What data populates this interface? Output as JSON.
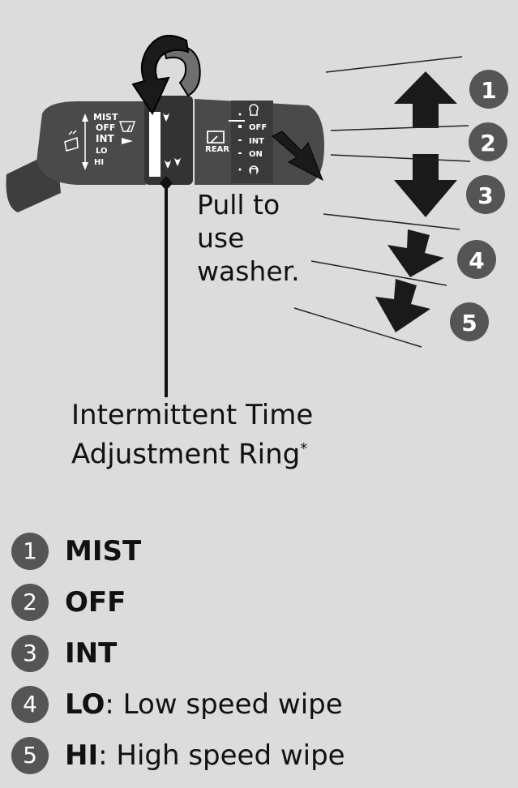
{
  "diagram": {
    "lever_labels": [
      "MIST",
      "OFF",
      "INT",
      "LO",
      "HI"
    ],
    "rear_switch": {
      "label": "REAR",
      "positions": [
        "OFF",
        "INT",
        "ON"
      ]
    },
    "callouts": [
      "1",
      "2",
      "3",
      "4",
      "5"
    ]
  },
  "annotations": {
    "pull_text": "Pull to use washer.",
    "ring_text": "Intermittent Time Adjustment Ring",
    "ring_mark": "*"
  },
  "legend": [
    {
      "num": "1",
      "term": "MIST",
      "desc": ""
    },
    {
      "num": "2",
      "term": "OFF",
      "desc": ""
    },
    {
      "num": "3",
      "term": "INT",
      "desc": ""
    },
    {
      "num": "4",
      "term": "LO",
      "desc": ": Low speed wipe"
    },
    {
      "num": "5",
      "term": "HI",
      "desc": ": High speed wipe"
    }
  ],
  "colors": {
    "background": "#dcdcdc",
    "lever": "#4a4a4a",
    "badge": "#555555",
    "arrow": "#1a1a1a"
  }
}
